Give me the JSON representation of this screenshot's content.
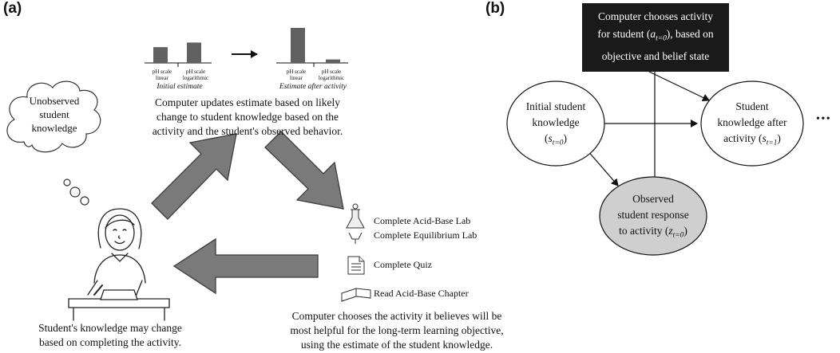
{
  "panel_a": {
    "label": "(a)",
    "chart_initial": {
      "type": "bar",
      "categories": [
        "pH scale linear",
        "pH scale logarithmic"
      ],
      "values": [
        0.62,
        0.8
      ],
      "caption": "Initial estimate"
    },
    "chart_after": {
      "type": "bar",
      "categories": [
        "pH scale linear",
        "pH scale logarithmic"
      ],
      "values": [
        1.0,
        0.1
      ],
      "caption": "Estimate after activity"
    },
    "update_text": [
      "Computer updates estimate based on likely",
      "change to student knowledge based on the",
      "activity and the student's observed behavior."
    ],
    "thought_bubble": [
      "Unobserved",
      "student",
      "knowledge"
    ],
    "student_caption": [
      "Student's knowledge may change",
      "based on completing the activity."
    ],
    "activities": [
      "Complete Acid-Base Lab",
      "Complete Equilibrium Lab",
      "Complete Quiz",
      "Read Acid-Base Chapter"
    ],
    "choose_text": [
      "Computer chooses the activity it believes will be",
      "most helpful for the long-term learning objective,",
      "using the estimate of the student knowledge."
    ],
    "tick_line1": "pH scale",
    "tick_line2_linear": "linear",
    "tick_line2_log": "logarithmic"
  },
  "panel_b": {
    "label": "(b)",
    "action_box": {
      "line1": "Computer chooses activity",
      "line2_pre": "for student (",
      "var": "a",
      "sub": "t=0",
      "line2_post": "), based on",
      "line3": "objective and belief state"
    },
    "initial_node": {
      "line1": "Initial student",
      "line2": "knowledge",
      "var": "s",
      "sub": "t=0"
    },
    "after_node": {
      "line1": "Student",
      "line2": "knowledge after",
      "line3_pre": "activity (",
      "var": "s",
      "sub": "t=1",
      "line3_post": ")"
    },
    "observed_node": {
      "line1": "Observed",
      "line2": "student response",
      "line3_pre": "to activity (",
      "var": "z",
      "sub": "t=0",
      "line3_post": ")"
    },
    "ellipsis": "• • •"
  },
  "colors": {
    "arrow_fill": "#7a7a7a",
    "arrow_stroke": "#3c3c3c",
    "bar": "#616161",
    "box": "#1a1a1a",
    "observed_fill": "#cfcfcf"
  }
}
